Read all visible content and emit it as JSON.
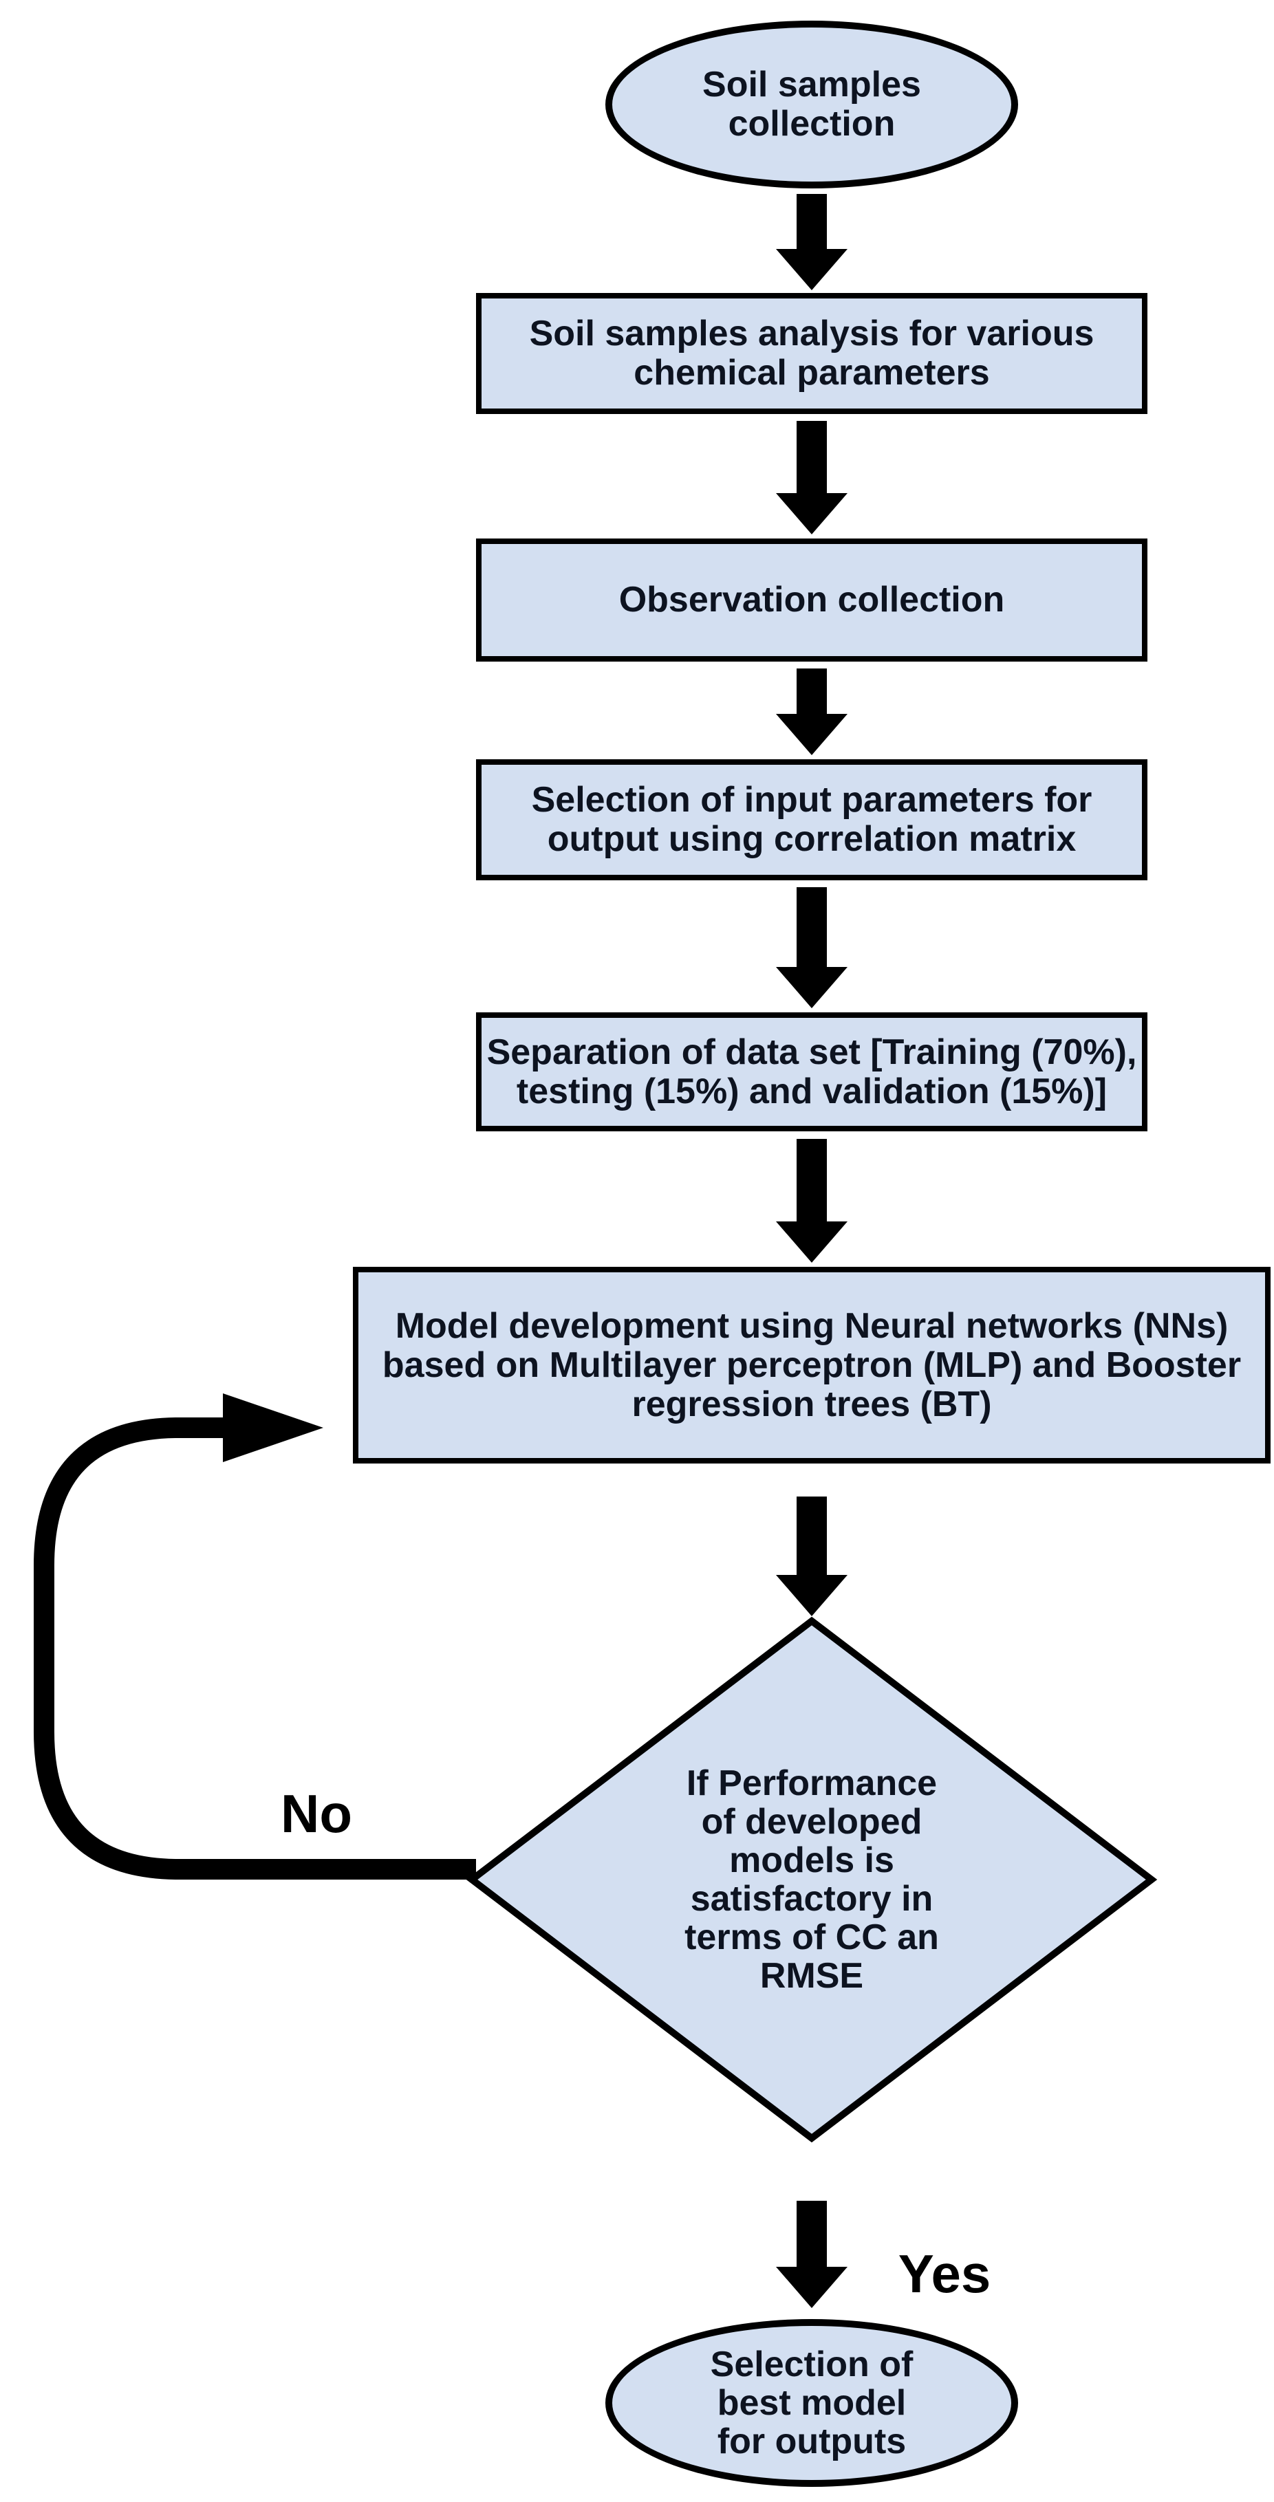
{
  "diagram_type": "flowchart",
  "colors": {
    "background": "#ffffff",
    "node_fill": "#d3dff1",
    "node_border": "#000000",
    "arrow": "#000000",
    "node_text": "#0d1320",
    "edge_label_text": "#000000"
  },
  "nodes": {
    "start": {
      "shape": "ellipse",
      "label": "Soil samples\ncollection"
    },
    "analysis": {
      "shape": "process",
      "label": "Soil samples analysis for various\nchemical parameters"
    },
    "observation": {
      "shape": "process",
      "label": "Observation collection"
    },
    "input_selection": {
      "shape": "process",
      "label": "Selection of input parameters for\noutput using correlation matrix"
    },
    "data_split": {
      "shape": "process",
      "label": "Separation of data set [Training (70%),\ntesting (15%) and validation (15%)]"
    },
    "model_dev": {
      "shape": "process",
      "label": "Model development using Neural networks (NNs)\nbased on Multilayer perceptron (MLP) and Booster\nregression trees (BT)"
    },
    "decision": {
      "shape": "decision",
      "label": "If Performance\nof developed\nmodels is\nsatisfactory in\nterms of CC an\nRMSE"
    },
    "end": {
      "shape": "ellipse",
      "label": "Selection of\nbest model\nfor outputs"
    }
  },
  "edge_labels": {
    "no": "No",
    "yes": "Yes"
  },
  "edges": [
    {
      "from": "start",
      "to": "analysis"
    },
    {
      "from": "analysis",
      "to": "observation"
    },
    {
      "from": "observation",
      "to": "input_selection"
    },
    {
      "from": "input_selection",
      "to": "data_split"
    },
    {
      "from": "data_split",
      "to": "model_dev"
    },
    {
      "from": "model_dev",
      "to": "decision"
    },
    {
      "from": "decision",
      "to": "model_dev",
      "label": "No"
    },
    {
      "from": "decision",
      "to": "end",
      "label": "Yes"
    }
  ]
}
